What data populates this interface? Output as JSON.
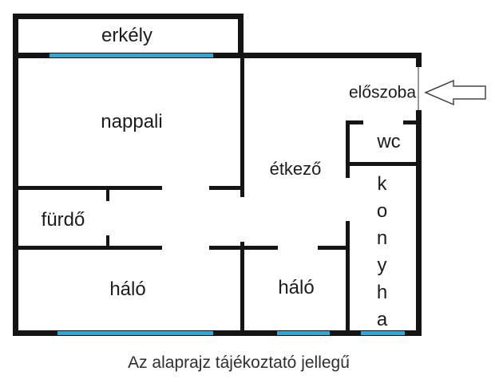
{
  "title": "apartment floor plan",
  "rooms": {
    "erkely": {
      "label": "erkély"
    },
    "nappali": {
      "label": "nappali"
    },
    "eloszoba": {
      "label": "előszoba"
    },
    "wc": {
      "label": "wc"
    },
    "etkezo": {
      "label": "étkező"
    },
    "furdo": {
      "label": "fürdő"
    },
    "halo_left": {
      "label": "háló"
    },
    "halo_right": {
      "label": "háló"
    },
    "konyha": {
      "label": "konyha"
    }
  },
  "caption": "Az alaprajz tájékoztató jellegű",
  "icons": {
    "entrance_arrow": "left-pointing outline arrow marking the entrance"
  },
  "colors": {
    "wall": "#141414",
    "window": "#29a9dc",
    "label": "#1c1c1c",
    "caption": "#2f2f2f",
    "door_line": "#9a9a9a",
    "arrow_outline": "#454545"
  }
}
